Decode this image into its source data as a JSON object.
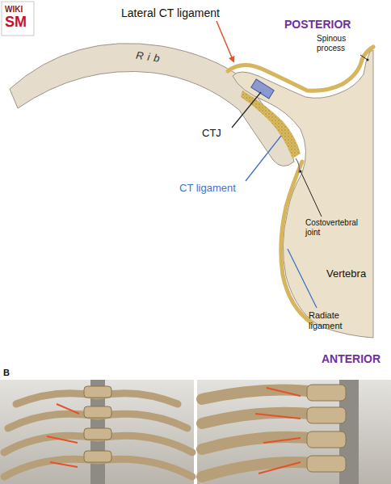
{
  "diagram": {
    "labels": [
      "WIKI",
      "SM",
      "Lateral CT ligament",
      "POSTERIOR",
      "Spinous process",
      "Rib",
      "CTJ",
      "CT ligament",
      "Costovertebral joint",
      "Vertebra",
      "Radiate ligament",
      "ANTERIOR",
      "B"
    ]
  }
}
